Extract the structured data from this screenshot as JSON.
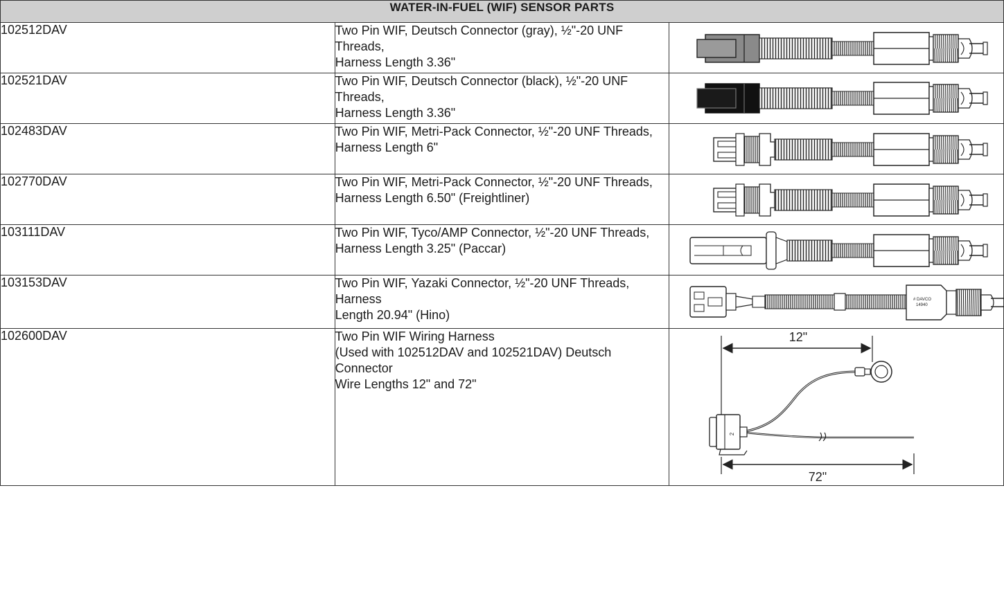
{
  "table": {
    "title": "WATER-IN-FUEL (WIF) SENSOR PARTS",
    "rows": [
      {
        "part": "102512DAV",
        "lines": [
          "Two Pin WIF, Deutsch Connector (gray), ½\"-20 UNF Threads,",
          "Harness Length 3.36\""
        ]
      },
      {
        "part": "102521DAV",
        "lines": [
          "Two Pin WIF, Deutsch Connector (black), ½\"-20 UNF Threads,",
          "Harness Length 3.36\""
        ]
      },
      {
        "part": "102483DAV",
        "lines": [
          "Two Pin WIF, Metri-Pack Connector, ½\"-20 UNF Threads,",
          "Harness Length 6\""
        ]
      },
      {
        "part": "102770DAV",
        "lines": [
          "Two Pin WIF, Metri-Pack Connector, ½\"-20 UNF Threads,",
          "Harness Length 6.50\" (Freightliner)"
        ]
      },
      {
        "part": "103111DAV",
        "lines": [
          "Two Pin WIF, Tyco/AMP Connector, ½\"-20 UNF Threads,",
          "Harness Length 3.25\" (Paccar)"
        ]
      },
      {
        "part": "103153DAV",
        "lines": [
          "Two Pin WIF, Yazaki Connector, ½\"-20 UNF Threads, Harness",
          "Length 20.94\" (Hino)"
        ]
      },
      {
        "part": "102600DAV",
        "lines": [
          "Two Pin WIF Wiring Harness",
          "(Used with 102512DAV and 102521DAV) Deutsch Connector",
          "Wire Lengths 12\" and 72\""
        ]
      }
    ]
  },
  "harness_diagram": {
    "dim_top": "12\"",
    "dim_bottom": "72\"",
    "pin_label": "2"
  },
  "yazaki_label": [
    "# DAVCO",
    "14940"
  ],
  "colors": {
    "header_bg": "#cfcfcf",
    "deutsch_gray": "#8a8a8a",
    "deutsch_black": "#111111"
  }
}
